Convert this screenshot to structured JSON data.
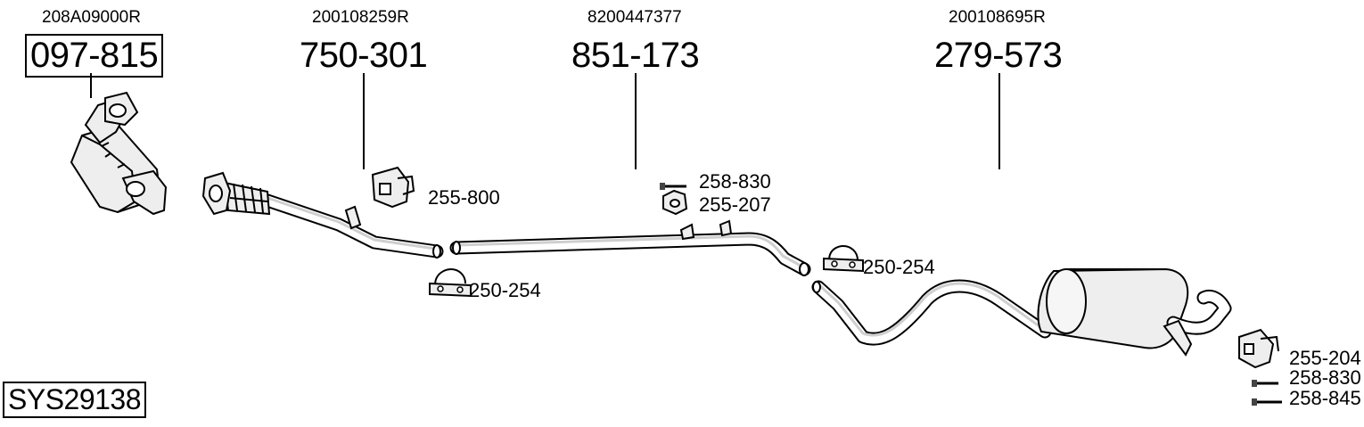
{
  "system_code": "SYS29138",
  "main_parts": [
    {
      "oe_number": "208A09000R",
      "part_number": "097-815"
    },
    {
      "oe_number": "200108259R",
      "part_number": "750-301"
    },
    {
      "oe_number": "8200447377",
      "part_number": "851-173"
    },
    {
      "oe_number": "200108695R",
      "part_number": "279-573"
    }
  ],
  "accessories": [
    {
      "part_number": "255-800"
    },
    {
      "part_number": "258-830"
    },
    {
      "part_number": "255-207"
    },
    {
      "part_number": "250-254"
    },
    {
      "part_number": "250-254"
    },
    {
      "part_number": "255-204"
    },
    {
      "part_number": "258-830"
    },
    {
      "part_number": "258-845"
    }
  ]
}
